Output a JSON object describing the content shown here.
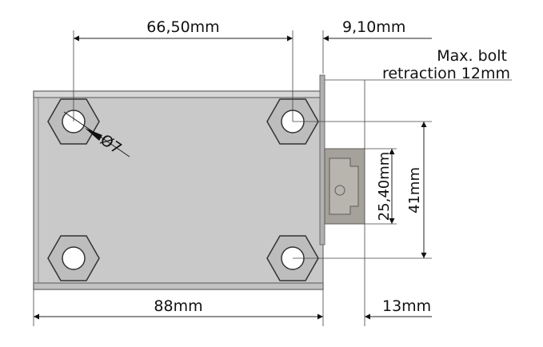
{
  "dimensions": {
    "hole_spacing_width": "66,50mm",
    "bolt_extension": "9,10mm",
    "bolt_retraction_line1": "Max. bolt",
    "bolt_retraction_line2": "retraction 12mm",
    "hole_diameter": "Ø7",
    "body_length": "88mm",
    "bolt_length": "13mm",
    "bolt_height": "25,40mm",
    "hole_spacing_height": "41mm"
  },
  "colors": {
    "body_fill": "#c9c9c9",
    "body_top_band": "#d8d8d8",
    "nut_fill": "#bdbdbd",
    "hole_fill": "#ffffff",
    "bolt_fill": "#a5a29c",
    "bolt_inner": "#b8b5af",
    "line": "#222222"
  }
}
